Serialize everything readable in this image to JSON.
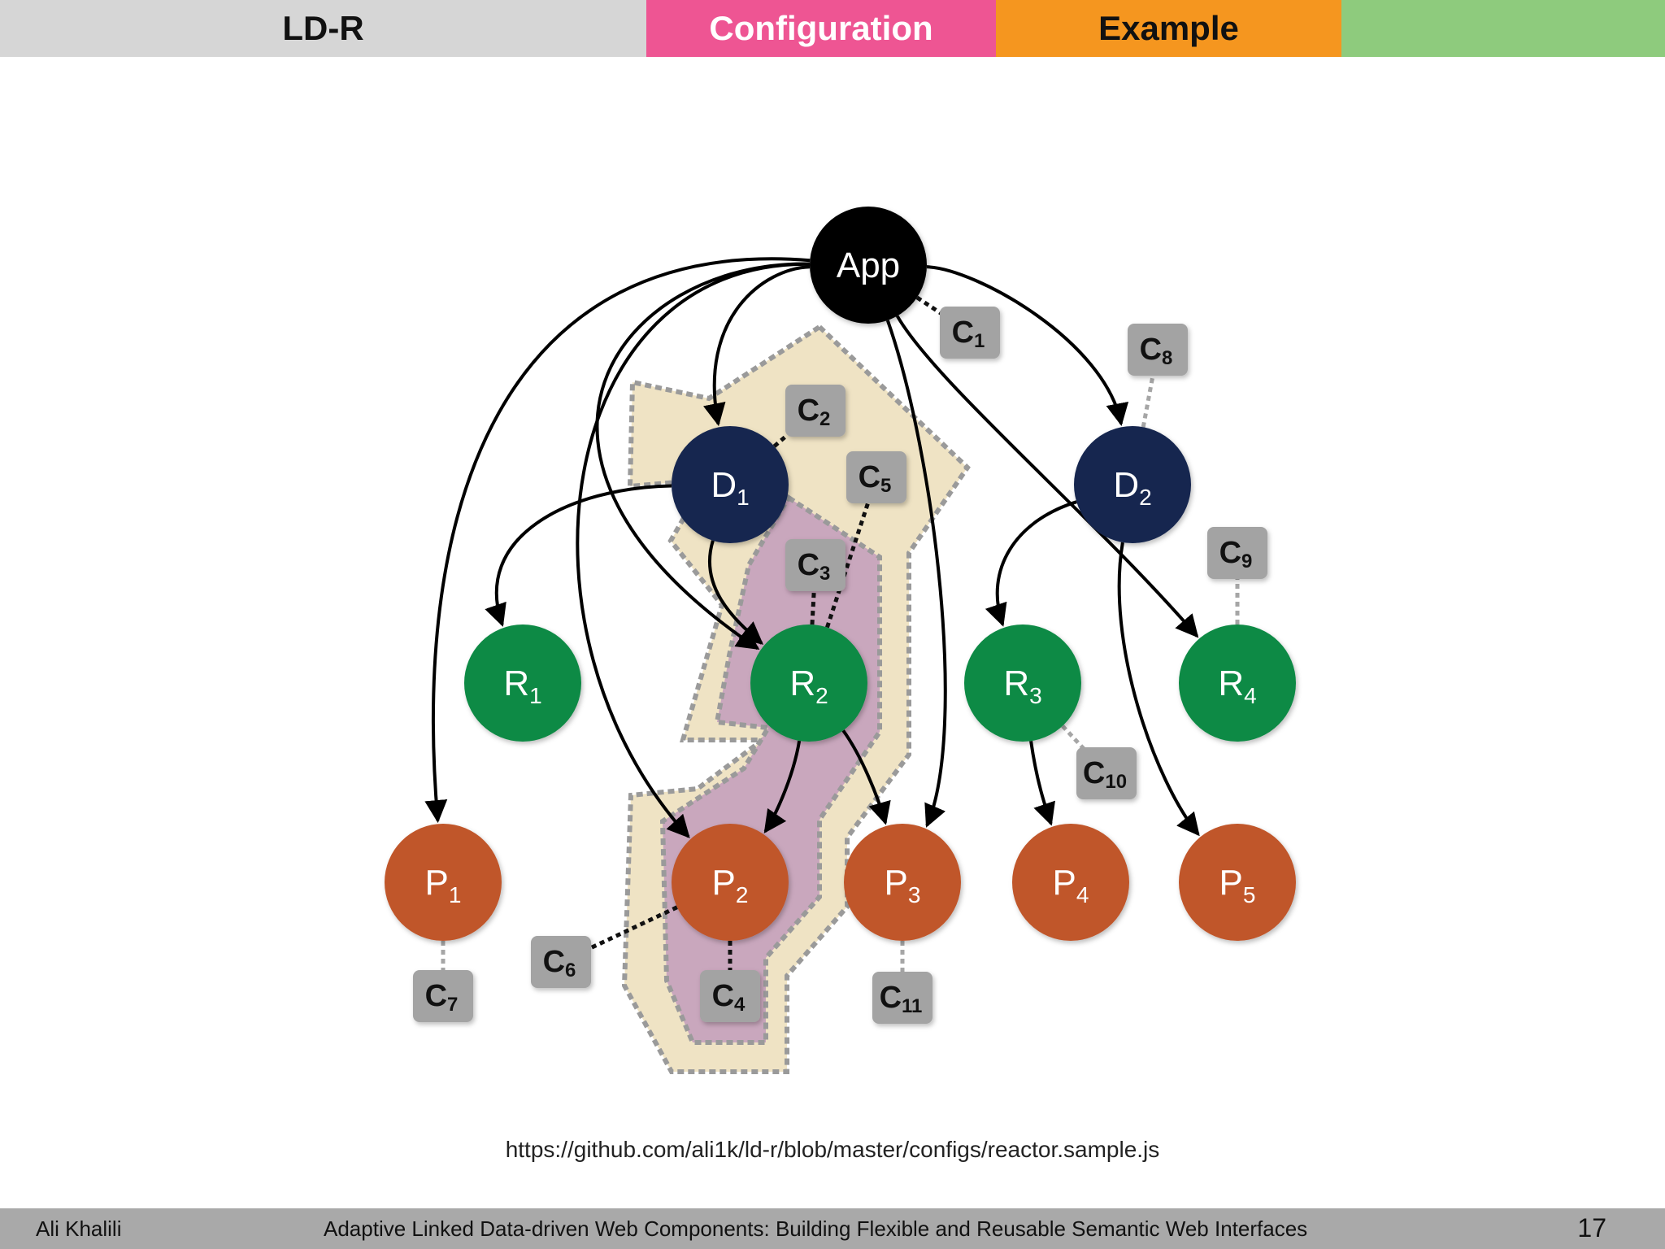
{
  "header": {
    "tabs": [
      {
        "label": "LD-R",
        "color": "#d6d6d6"
      },
      {
        "label": "Configuration",
        "color": "#ee5593"
      },
      {
        "label": "Example",
        "color": "#f5961f"
      },
      {
        "label": "",
        "color": "#8ecb7d"
      }
    ]
  },
  "diagram": {
    "nodes": [
      {
        "id": "app",
        "label": "App",
        "sub": "",
        "kind": "app",
        "color": "#000000"
      },
      {
        "id": "D1",
        "label": "D",
        "sub": "1",
        "kind": "dataset",
        "color": "#17284f"
      },
      {
        "id": "D2",
        "label": "D",
        "sub": "2",
        "kind": "dataset",
        "color": "#17284f"
      },
      {
        "id": "R1",
        "label": "R",
        "sub": "1",
        "kind": "resource",
        "color": "#0f8a45"
      },
      {
        "id": "R2",
        "label": "R",
        "sub": "2",
        "kind": "resource",
        "color": "#0f8a45"
      },
      {
        "id": "R3",
        "label": "R",
        "sub": "3",
        "kind": "resource",
        "color": "#0f8a45"
      },
      {
        "id": "R4",
        "label": "R",
        "sub": "4",
        "kind": "resource",
        "color": "#0f8a45"
      },
      {
        "id": "P1",
        "label": "P",
        "sub": "1",
        "kind": "property",
        "color": "#c0562a"
      },
      {
        "id": "P2",
        "label": "P",
        "sub": "2",
        "kind": "property",
        "color": "#c0562a"
      },
      {
        "id": "P3",
        "label": "P",
        "sub": "3",
        "kind": "property",
        "color": "#c0562a"
      },
      {
        "id": "P4",
        "label": "P",
        "sub": "4",
        "kind": "property",
        "color": "#c0562a"
      },
      {
        "id": "P5",
        "label": "P",
        "sub": "5",
        "kind": "property",
        "color": "#c0562a"
      }
    ],
    "configs": [
      {
        "id": "C1",
        "label": "C",
        "sub": "1"
      },
      {
        "id": "C2",
        "label": "C",
        "sub": "2"
      },
      {
        "id": "C3",
        "label": "C",
        "sub": "3"
      },
      {
        "id": "C4",
        "label": "C",
        "sub": "4"
      },
      {
        "id": "C5",
        "label": "C",
        "sub": "5"
      },
      {
        "id": "C6",
        "label": "C",
        "sub": "6"
      },
      {
        "id": "C7",
        "label": "C",
        "sub": "7"
      },
      {
        "id": "C8",
        "label": "C",
        "sub": "8"
      },
      {
        "id": "C9",
        "label": "C",
        "sub": "9"
      },
      {
        "id": "C10",
        "label": "C",
        "sub": "10"
      },
      {
        "id": "C11",
        "label": "C",
        "sub": "11"
      }
    ],
    "edges": [
      {
        "from": "app",
        "to": "D1"
      },
      {
        "from": "app",
        "to": "D2"
      },
      {
        "from": "app",
        "to": "R2"
      },
      {
        "from": "app",
        "to": "R4"
      },
      {
        "from": "app",
        "to": "P1"
      },
      {
        "from": "app",
        "to": "P2"
      },
      {
        "from": "app",
        "to": "P3"
      },
      {
        "from": "D1",
        "to": "R1"
      },
      {
        "from": "D1",
        "to": "R2"
      },
      {
        "from": "D2",
        "to": "R3"
      },
      {
        "from": "D2",
        "to": "P5"
      },
      {
        "from": "R2",
        "to": "P2"
      },
      {
        "from": "R2",
        "to": "P3"
      },
      {
        "from": "R3",
        "to": "P4"
      }
    ],
    "config_links": [
      {
        "config": "C1",
        "node": "app",
        "style": "black"
      },
      {
        "config": "C2",
        "node": "D1",
        "style": "black"
      },
      {
        "config": "C3",
        "node": "R2",
        "style": "black"
      },
      {
        "config": "C4",
        "node": "P2",
        "style": "black"
      },
      {
        "config": "C5",
        "node": "R2",
        "style": "black"
      },
      {
        "config": "C6",
        "node": "P2",
        "style": "black"
      },
      {
        "config": "C7",
        "node": "P1",
        "style": "gray"
      },
      {
        "config": "C8",
        "node": "D2",
        "style": "gray"
      },
      {
        "config": "C9",
        "node": "R4",
        "style": "gray"
      },
      {
        "config": "C10",
        "node": "R3",
        "style": "gray"
      },
      {
        "config": "C11",
        "node": "P3",
        "style": "gray"
      }
    ],
    "scope_colors": {
      "outer": "#efe3c4",
      "inner": "#c9a7bd",
      "border": "#9a9a9a"
    }
  },
  "url": "https://github.com/ali1k/ld-r/blob/master/configs/reactor.sample.js",
  "footer": {
    "author": "Ali Khalili",
    "title": "Adaptive Linked Data-driven Web Components: Building Flexible and Reusable Semantic Web Interfaces",
    "page": "17"
  }
}
